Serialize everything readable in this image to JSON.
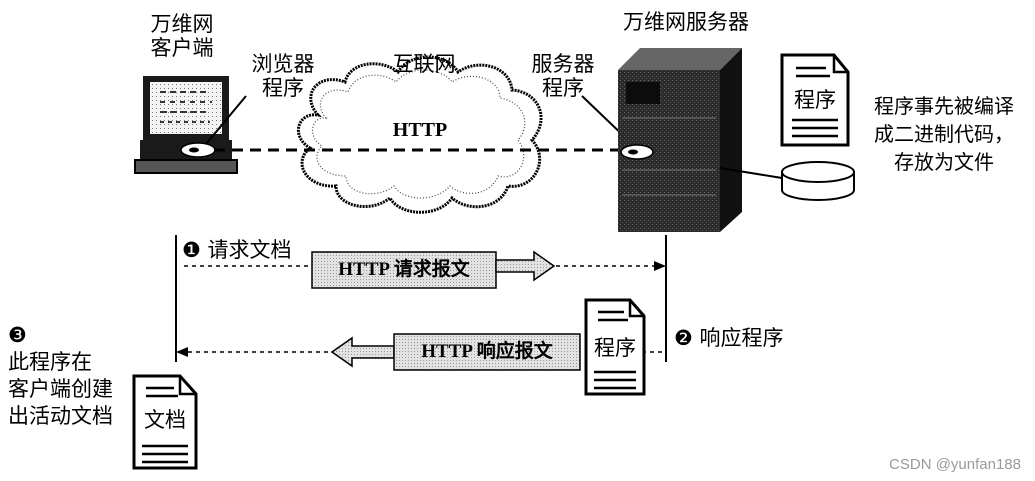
{
  "client": {
    "title_lines": [
      "万维网",
      "客户端"
    ],
    "browser_label_lines": [
      "浏览器",
      "程序"
    ]
  },
  "network": {
    "label": "互联网",
    "protocol": "HTTP"
  },
  "server": {
    "title": "万维网服务器",
    "program_label_lines": [
      "服务器",
      "程序"
    ],
    "compiled_note_lines": [
      "程序事先被编译",
      "成二进制代码，",
      "存放为文件"
    ],
    "file_doc_label": "程序"
  },
  "steps": {
    "request": {
      "marker": "❶",
      "label": "请求文档",
      "message": "HTTP 请求报文"
    },
    "response": {
      "marker": "❷",
      "label": "响应程序",
      "message": "HTTP 响应报文",
      "doc_label": "程序"
    },
    "client_run": {
      "marker": "❸",
      "lines": [
        "此程序在",
        "客户端创建",
        "出活动文档"
      ],
      "doc_label": "文档"
    }
  },
  "watermark": "CSDN @yunfan188"
}
